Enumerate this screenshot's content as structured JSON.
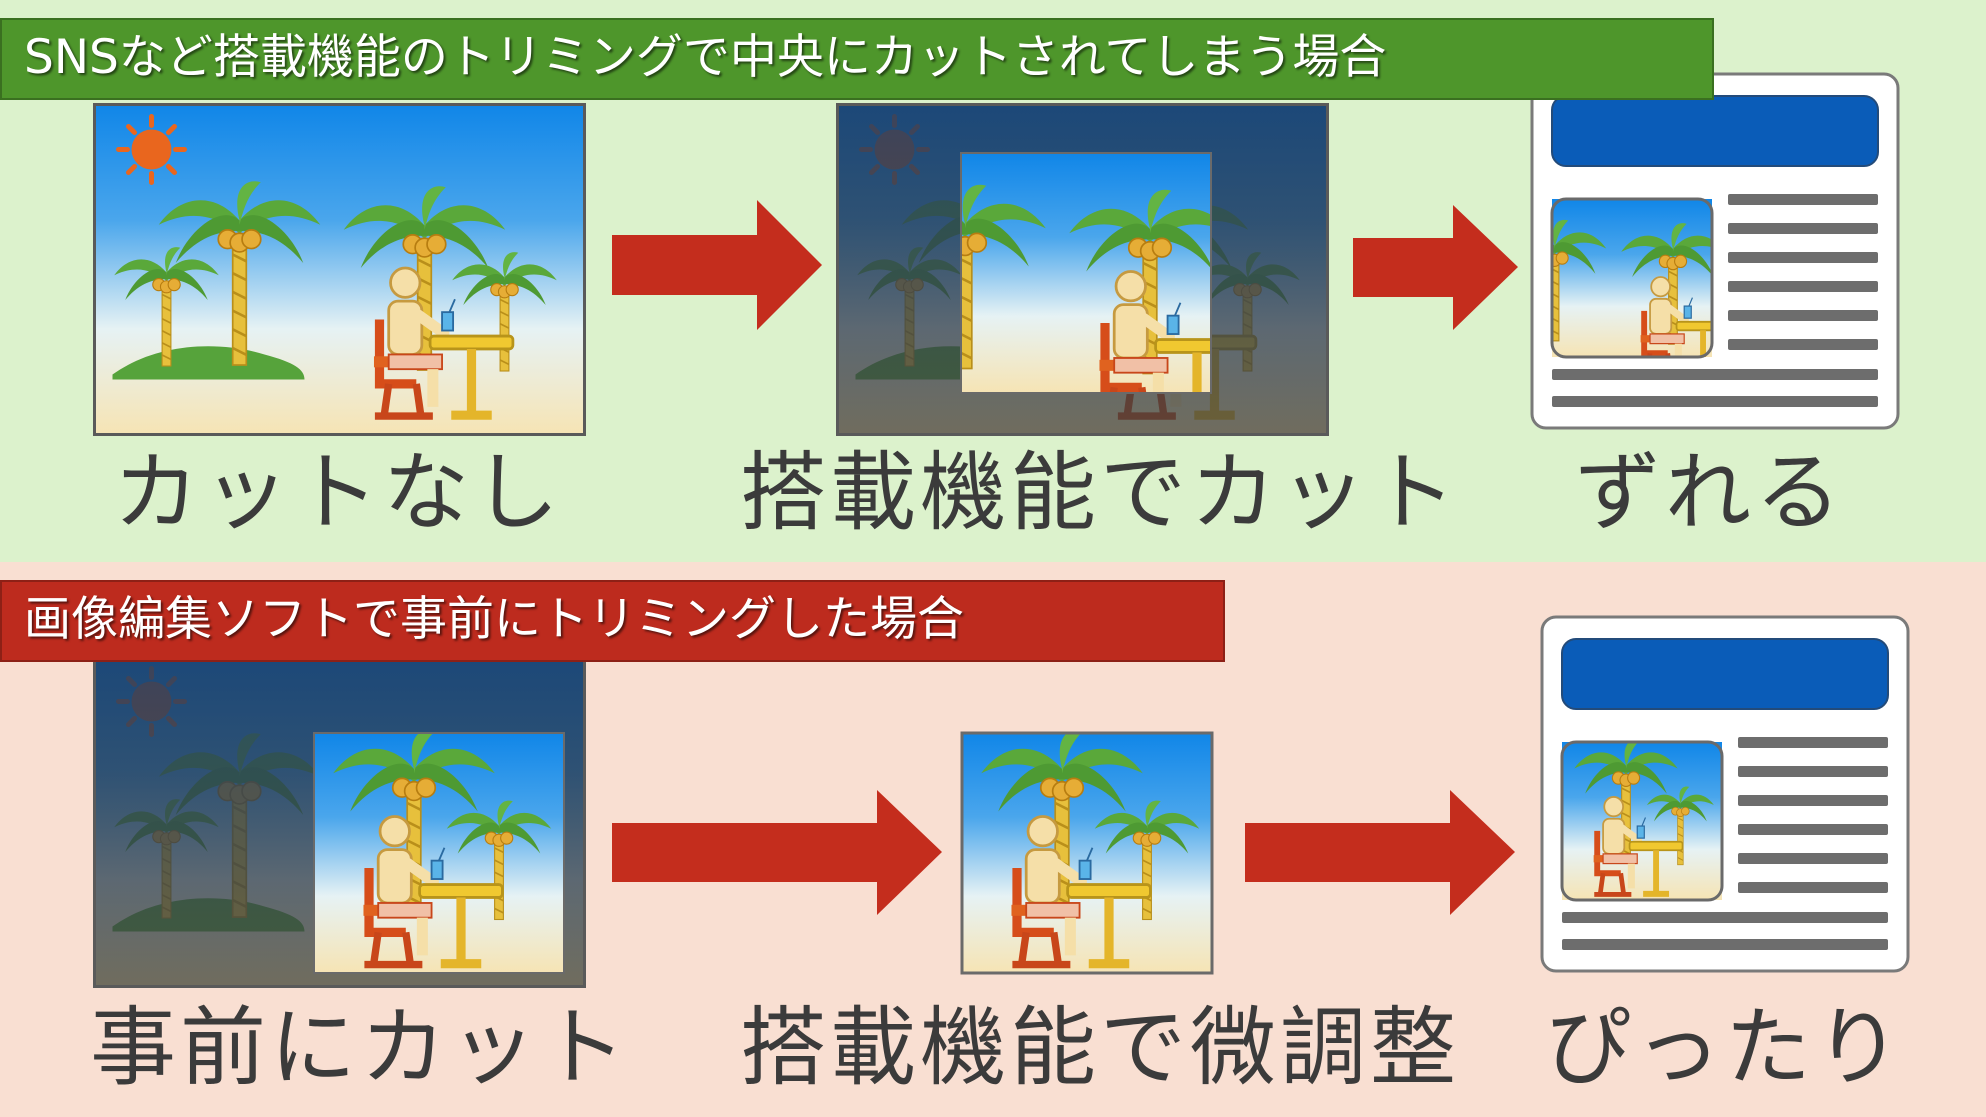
{
  "top": {
    "banner": "SNSなど搭載機能のトリミングで中央にカットされてしまう場合",
    "captions": [
      "カットなし",
      "搭載機能でカット",
      "ずれる"
    ]
  },
  "bottom": {
    "banner": "画像編集ソフトで事前にトリミングした場合",
    "captions": [
      "事前にカット",
      "搭載機能で微調整",
      "ぴったり"
    ]
  },
  "colors": {
    "top_band": "#dcf2cc",
    "bottom_band": "#f9dfd2",
    "top_banner": "#4e962b",
    "bottom_banner": "#bd2b1e",
    "arrow": "#c42d1d",
    "article_header": "#0a5cb8",
    "article_lines": "#6d6d6d"
  },
  "icons": [
    "sun-icon",
    "palm-tree-icon",
    "island-icon",
    "person-icon",
    "chair-icon",
    "table-icon",
    "drink-icon",
    "arrow-right-icon",
    "article-icon"
  ]
}
